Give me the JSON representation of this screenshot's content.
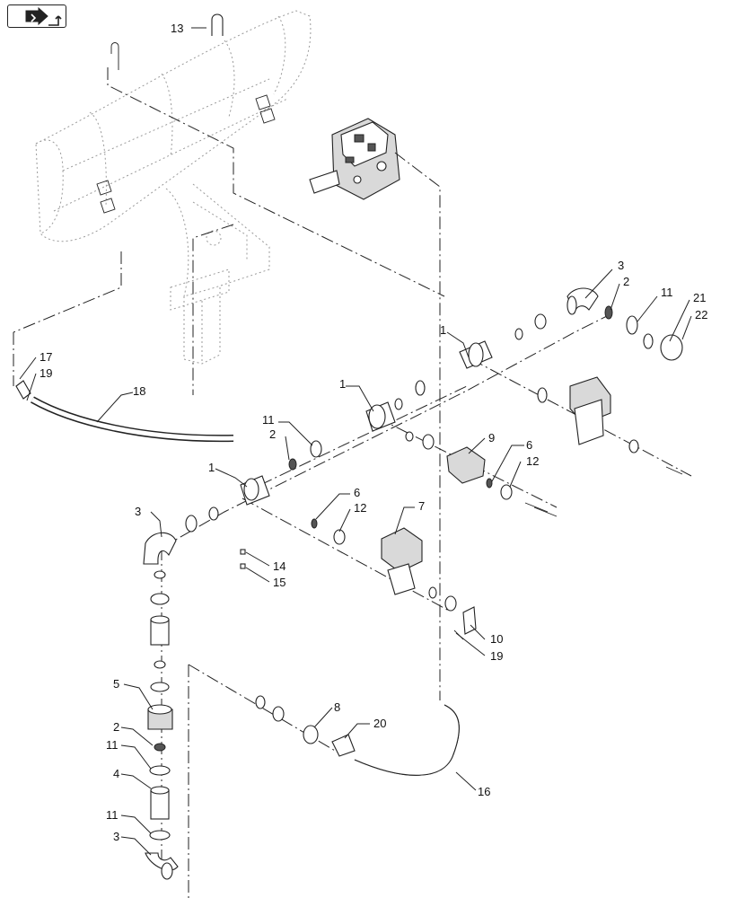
{
  "icon": {
    "nav_badge": "arrow-right-book-icon"
  },
  "callouts": [
    {
      "id": "c13",
      "label": "13"
    },
    {
      "id": "c3a",
      "label": "3"
    },
    {
      "id": "c2a",
      "label": "2"
    },
    {
      "id": "c11a",
      "label": "11"
    },
    {
      "id": "c21",
      "label": "21"
    },
    {
      "id": "c22",
      "label": "22"
    },
    {
      "id": "c1a",
      "label": "1"
    },
    {
      "id": "c1b",
      "label": "1"
    },
    {
      "id": "c17",
      "label": "17"
    },
    {
      "id": "c19a",
      "label": "19"
    },
    {
      "id": "c18",
      "label": "18"
    },
    {
      "id": "c11b",
      "label": "11"
    },
    {
      "id": "c2b",
      "label": "2"
    },
    {
      "id": "c9",
      "label": "9"
    },
    {
      "id": "c6a",
      "label": "6"
    },
    {
      "id": "c12a",
      "label": "12"
    },
    {
      "id": "c1c",
      "label": "1"
    },
    {
      "id": "c6b",
      "label": "6"
    },
    {
      "id": "c12b",
      "label": "12"
    },
    {
      "id": "c7",
      "label": "7"
    },
    {
      "id": "c3b",
      "label": "3"
    },
    {
      "id": "c14",
      "label": "14"
    },
    {
      "id": "c15",
      "label": "15"
    },
    {
      "id": "c10",
      "label": "10"
    },
    {
      "id": "c19b",
      "label": "19"
    },
    {
      "id": "c5",
      "label": "5"
    },
    {
      "id": "c8",
      "label": "8"
    },
    {
      "id": "c20",
      "label": "20"
    },
    {
      "id": "c2c",
      "label": "2"
    },
    {
      "id": "c11c",
      "label": "11"
    },
    {
      "id": "c4",
      "label": "4"
    },
    {
      "id": "c16",
      "label": "16"
    },
    {
      "id": "c11d",
      "label": "11"
    },
    {
      "id": "c3c",
      "label": "3"
    }
  ]
}
